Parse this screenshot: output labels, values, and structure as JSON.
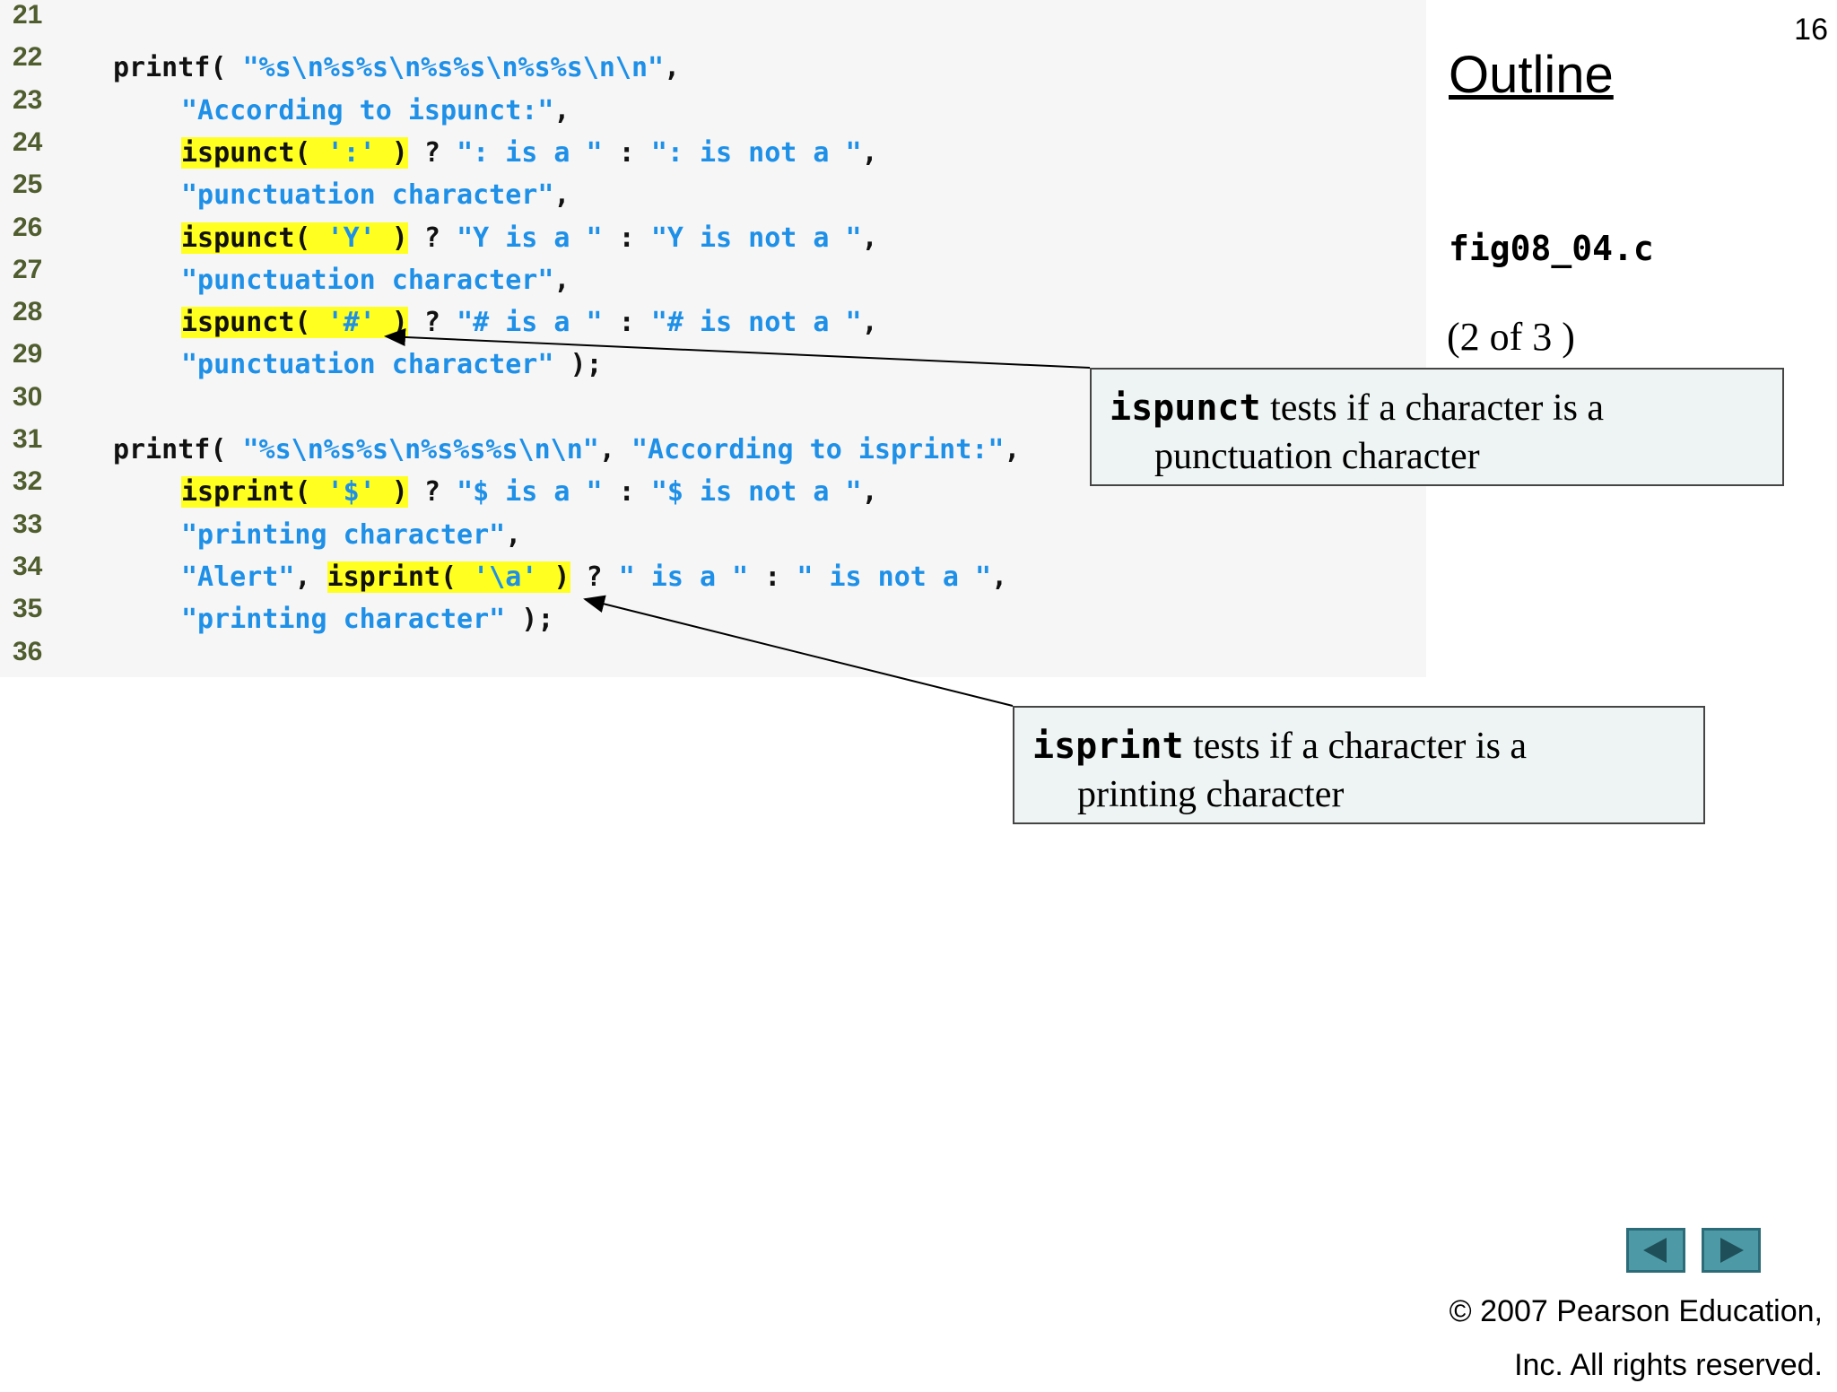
{
  "slide": {
    "page_number": "16",
    "outline_title": "Outline",
    "file_name": "fig08_04.c",
    "page_of": "(2 of 3 )"
  },
  "code_lines": [
    {
      "num": "21",
      "segments": []
    },
    {
      "num": "22",
      "indent": 0,
      "segments": [
        {
          "text": "printf( ",
          "t": "c"
        },
        {
          "text": "\"%s\\n%s%s\\n%s%s\\n%s%s\\n\\n\"",
          "t": "s"
        },
        {
          "text": ",",
          "t": "c"
        }
      ]
    },
    {
      "num": "23",
      "indent": 4,
      "segments": [
        {
          "text": "\"According to ispunct:\"",
          "t": "s"
        },
        {
          "text": ",",
          "t": "c"
        }
      ]
    },
    {
      "num": "24",
      "indent": 4,
      "segments": [
        {
          "text": "ispunct( ",
          "t": "h"
        },
        {
          "text": "':'",
          "t": "hs"
        },
        {
          "text": " )",
          "t": "h"
        },
        {
          "text": " ? ",
          "t": "c"
        },
        {
          "text": "\": is a \"",
          "t": "s"
        },
        {
          "text": " : ",
          "t": "c"
        },
        {
          "text": "\": is not a \"",
          "t": "s"
        },
        {
          "text": ",",
          "t": "c"
        }
      ]
    },
    {
      "num": "25",
      "indent": 4,
      "segments": [
        {
          "text": "\"punctuation character\"",
          "t": "s"
        },
        {
          "text": ",",
          "t": "c"
        }
      ]
    },
    {
      "num": "26",
      "indent": 4,
      "segments": [
        {
          "text": "ispunct( ",
          "t": "h"
        },
        {
          "text": "'Y'",
          "t": "hs"
        },
        {
          "text": " )",
          "t": "h"
        },
        {
          "text": " ? ",
          "t": "c"
        },
        {
          "text": "\"Y is a \"",
          "t": "s"
        },
        {
          "text": " : ",
          "t": "c"
        },
        {
          "text": "\"Y is not a \"",
          "t": "s"
        },
        {
          "text": ",",
          "t": "c"
        }
      ]
    },
    {
      "num": "27",
      "indent": 4,
      "segments": [
        {
          "text": "\"punctuation character\"",
          "t": "s"
        },
        {
          "text": ",",
          "t": "c"
        }
      ]
    },
    {
      "num": "28",
      "indent": 4,
      "segments": [
        {
          "text": "ispunct( ",
          "t": "h"
        },
        {
          "text": "'#'",
          "t": "hs"
        },
        {
          "text": " )",
          "t": "h"
        },
        {
          "text": " ? ",
          "t": "c"
        },
        {
          "text": "\"# is a \"",
          "t": "s"
        },
        {
          "text": " : ",
          "t": "c"
        },
        {
          "text": "\"# is not a \"",
          "t": "s"
        },
        {
          "text": ",",
          "t": "c"
        }
      ]
    },
    {
      "num": "29",
      "indent": 4,
      "segments": [
        {
          "text": "\"punctuation character\"",
          "t": "s"
        },
        {
          "text": " );",
          "t": "c"
        }
      ]
    },
    {
      "num": "30",
      "segments": []
    },
    {
      "num": "31",
      "indent": 0,
      "segments": [
        {
          "text": "printf( ",
          "t": "c"
        },
        {
          "text": "\"%s\\n%s%s\\n%s%s%s\\n\\n\"",
          "t": "s"
        },
        {
          "text": ", ",
          "t": "c"
        },
        {
          "text": "\"According to isprint:\"",
          "t": "s"
        },
        {
          "text": ",",
          "t": "c"
        }
      ]
    },
    {
      "num": "32",
      "indent": 4,
      "segments": [
        {
          "text": "isprint( ",
          "t": "h"
        },
        {
          "text": "'$'",
          "t": "hs"
        },
        {
          "text": " )",
          "t": "h"
        },
        {
          "text": " ? ",
          "t": "c"
        },
        {
          "text": "\"$ is a \"",
          "t": "s"
        },
        {
          "text": " : ",
          "t": "c"
        },
        {
          "text": "\"$ is not a \"",
          "t": "s"
        },
        {
          "text": ",",
          "t": "c"
        }
      ]
    },
    {
      "num": "33",
      "indent": 4,
      "segments": [
        {
          "text": "\"printing character\"",
          "t": "s"
        },
        {
          "text": ",",
          "t": "c"
        }
      ]
    },
    {
      "num": "34",
      "indent": 4,
      "segments": [
        {
          "text": "\"Alert\"",
          "t": "s"
        },
        {
          "text": ", ",
          "t": "c"
        },
        {
          "text": "isprint( ",
          "t": "h"
        },
        {
          "text": "'\\a'",
          "t": "hs"
        },
        {
          "text": " )",
          "t": "h"
        },
        {
          "text": " ? ",
          "t": "c"
        },
        {
          "text": "\" is a \"",
          "t": "s"
        },
        {
          "text": " : ",
          "t": "c"
        },
        {
          "text": "\" is not a \"",
          "t": "s"
        },
        {
          "text": ",",
          "t": "c"
        }
      ]
    },
    {
      "num": "35",
      "indent": 4,
      "segments": [
        {
          "text": "\"printing character\"",
          "t": "s"
        },
        {
          "text": " );",
          "t": "c"
        }
      ]
    },
    {
      "num": "36",
      "segments": []
    }
  ],
  "callouts": {
    "ispunct": {
      "keyword": "ispunct",
      "line1": " tests if a character is a",
      "line2": "punctuation character"
    },
    "isprint": {
      "keyword": "isprint",
      "line1": " tests if a character is a",
      "line2": "printing character"
    }
  },
  "colors": {
    "string": "#1e90e8",
    "highlight": "#ffff20",
    "line_number": "#4f5d2f",
    "callout_bg": "#eef4f3",
    "nav_button": "#4d9aa6"
  },
  "nav": {
    "prev_icon": "left-triangle-icon",
    "next_icon": "right-triangle-icon"
  },
  "footer": {
    "copyright_line1": "© 2007 Pearson Education,",
    "copyright_line2": "Inc.  All rights reserved."
  }
}
